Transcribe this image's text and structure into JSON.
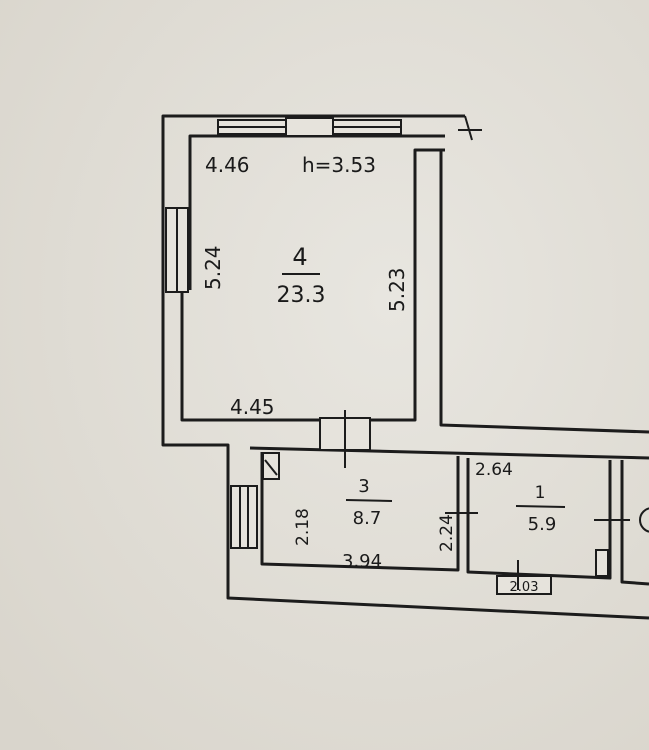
{
  "rooms": [
    {
      "number": "4",
      "area": "23.3",
      "width_top": "4.46",
      "height_label": "h=3.53",
      "left": "5.24",
      "right": "5.23",
      "bottom": "4.45"
    },
    {
      "number": "3",
      "area": "8.7",
      "left": "2.18",
      "right": "2.24",
      "bottom": "3.94"
    },
    {
      "number": "1",
      "area": "5.9",
      "top": "2.64",
      "bottom": "2.03"
    }
  ]
}
